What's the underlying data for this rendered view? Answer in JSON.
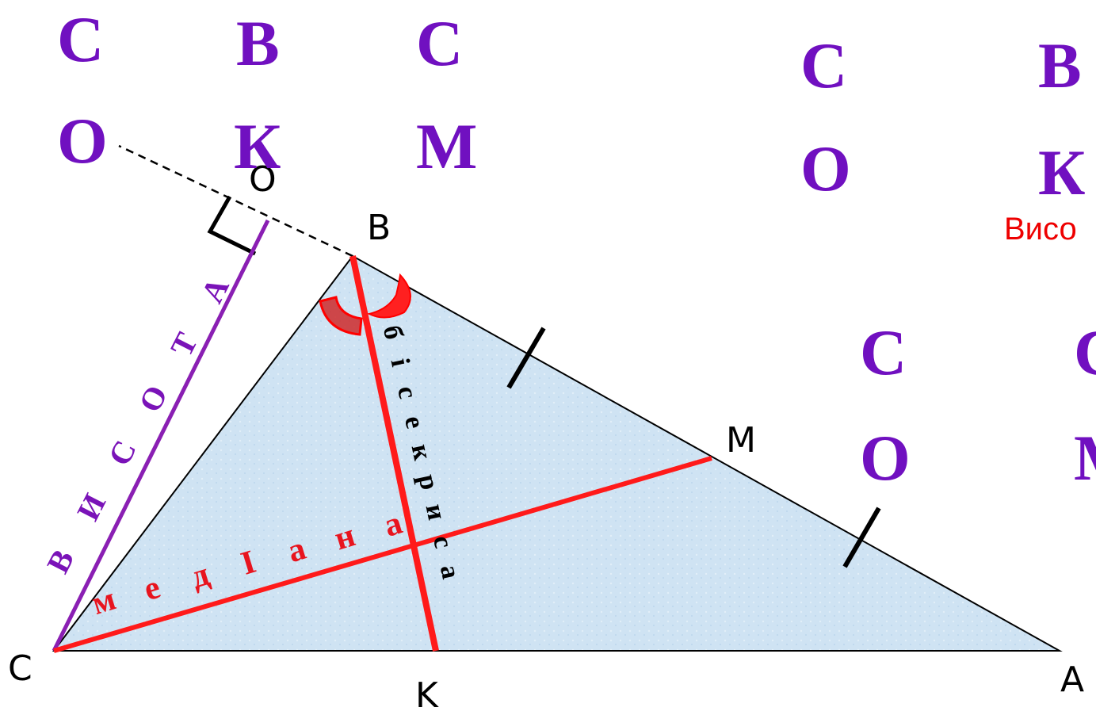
{
  "colors": {
    "letters": "#7010c0",
    "triangle_fill": "#cfe3f3",
    "median": "#ff1a1a",
    "bisector": "#ff1a1a",
    "altitude": "#8a1fb3",
    "median_label": "#e8141e",
    "altitude_label": "#7a13b8",
    "bisector_label": "#000000",
    "angle_mark": "#cc2a2a"
  },
  "vertices": {
    "A": "A",
    "B": "B",
    "C": "C",
    "M": "M",
    "K": "K",
    "O": "O"
  },
  "segment_labels": {
    "altitude": [
      "В",
      "И",
      "С",
      "О",
      "Т",
      "А"
    ],
    "median": [
      "м",
      "е",
      "д",
      "І",
      "а",
      "н",
      "а"
    ],
    "bisector": [
      "б",
      "і",
      "с",
      "е",
      "к",
      "р",
      "и",
      "с",
      "а"
    ]
  },
  "letter_groups": {
    "group1": {
      "top": [
        "С",
        "В",
        "С"
      ],
      "bottom": [
        "О",
        "К",
        "М"
      ]
    },
    "group2": {
      "top": [
        "С",
        "В"
      ],
      "bottom": [
        "О",
        "К"
      ]
    },
    "group3": {
      "top": [
        "С",
        "С"
      ],
      "bottom": [
        "О",
        "М"
      ]
    }
  },
  "cut_text": "Висо"
}
